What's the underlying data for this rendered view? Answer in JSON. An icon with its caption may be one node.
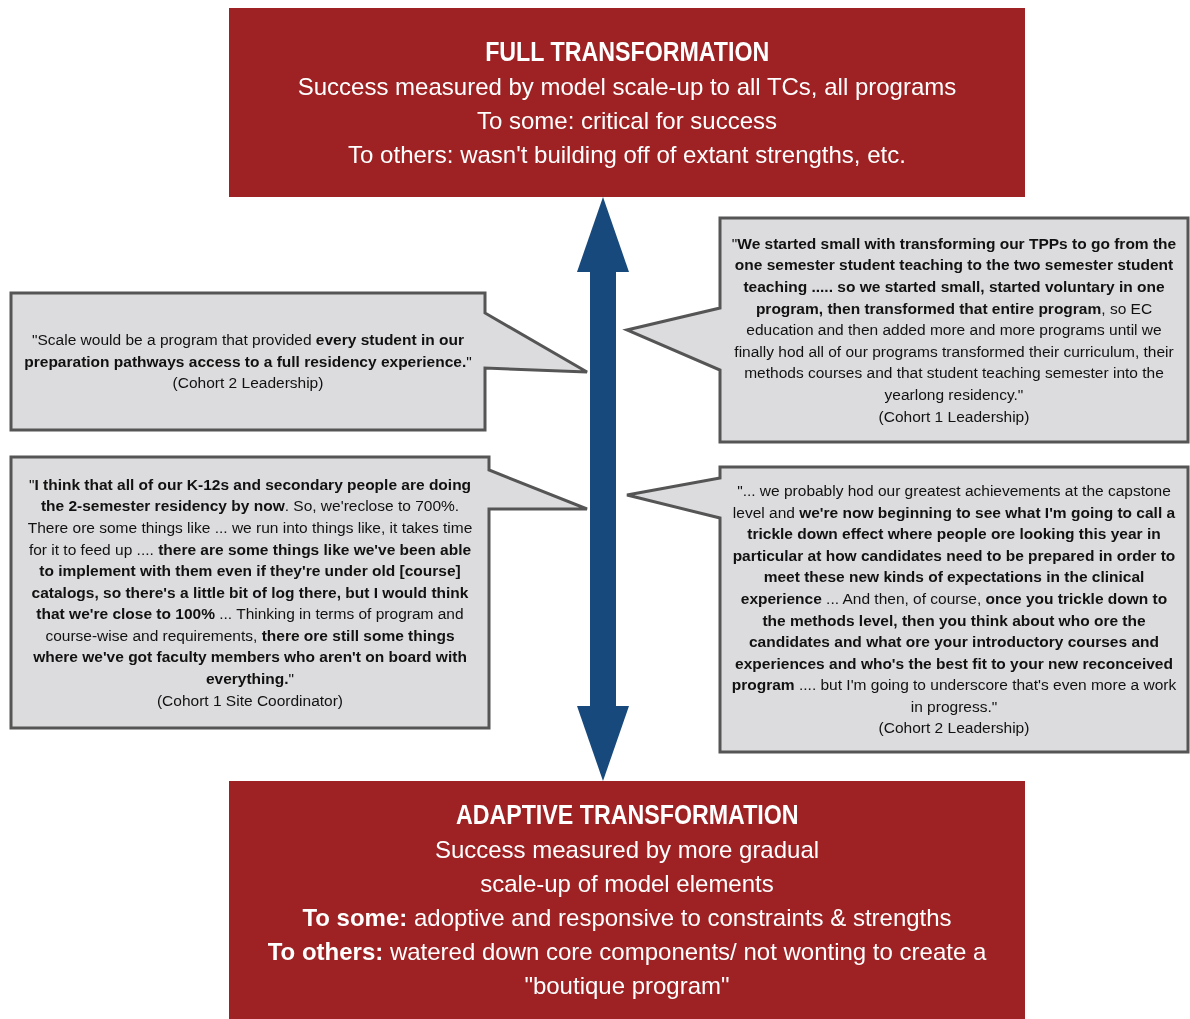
{
  "diagram": {
    "nodes": [
      {
        "text": [
          "FULL TRANSFORMATION",
          "Success measured by model scale-up to all TCs, all programs",
          "To some: critical for success",
          "To others: wasn't building off of extant strengths, etc."
        ]
      },
      {
        "text": [
          "ADAPTIVE TRANSFORMATION",
          "Success measured by more gradual scale-up of model elements",
          "**To some:** adoptive and responsive to constraints & strengths",
          "**To others:** watered down core components/ not wonting to create a \"boutique program\""
        ]
      },
      {
        "text": [
          "\"Scale would be a program that provided **every student in our preparation pathways access to a full residency experience.**\" (Cohort 2 Leadership)"
        ]
      },
      {
        "text": [
          "\"**I think that all of our K-12s and secondary people are doing the 2-semester residency by now**. So, we'reclose to 700%. There ore some things like ... we run into things like, it takes time for it to feed up .... **there are some things like we've been able to implement with them even if they're under old [course] catalogs, so there's a little bit of log there, but I would think that we're close to 100%** ... Thinking in terms of program and course-wise and requirements, **there ore still some things where we've got faculty members who aren't on board with everything.**\"",
          "(Cohort 1 Site Coordinator)"
        ]
      },
      {
        "text": [
          "\"**We started small with transforming our TPPs to go from the one semester student teaching to the two semester student teaching ..... so we started small, started voluntary in one program, then transformed that entire program**, so EC education and then added more and more programs until we finally hod all of our programs transformed their curriculum, their methods courses and that student teaching semester into the yearlong residency.\"",
          "(Cohort 1 Leadership)"
        ]
      },
      {
        "text": [
          "\"... we probably hod our greatest achievements at the capstone level and **we're now beginning to see what I'm going to call a trickle down effect where people ore looking this year in particular at how candidates need to be prepared in order to meet these new kinds of expectations in the clinical experience** ... And then, of course, **once you trickle down to the methods level, then you think about who ore the candidates and what ore your introductory courses and experiences and who's the best fit to your new reconceived program** .... but I'm going to underscore that's even more a work in progress.\"",
          "(Cohort 2 Leadership)"
        ]
      }
    ],
    "edges": [
      {
        "from": 0,
        "to": 1,
        "arrow": "both"
      }
    ]
  }
}
